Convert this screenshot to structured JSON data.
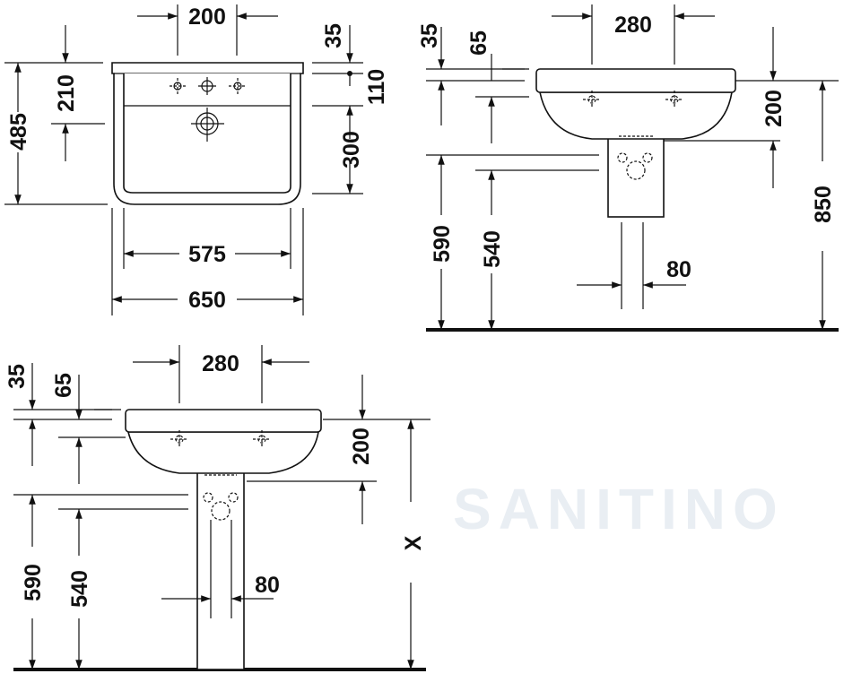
{
  "watermark": "SANITINO",
  "plan_view": {
    "tap_spacing": "200",
    "rim_height": "35",
    "tap_to_drain": "210",
    "rim_to_basin": "110",
    "depth_total": "485",
    "basin_depth": "300",
    "inner_width": "575",
    "outer_width": "650"
  },
  "side_view_standard": {
    "tap_spacing": "280",
    "rim_height": "35",
    "rim_offset": "65",
    "basin_height": "200",
    "mount_height": "850",
    "siphon_height_a": "590",
    "siphon_height_b": "540",
    "pedestal_gap": "80"
  },
  "side_view_variable": {
    "tap_spacing": "280",
    "rim_height": "35",
    "rim_offset": "65",
    "basin_height": "200",
    "mount_height": "X",
    "siphon_height_a": "590",
    "siphon_height_b": "540",
    "pedestal_gap": "80"
  }
}
